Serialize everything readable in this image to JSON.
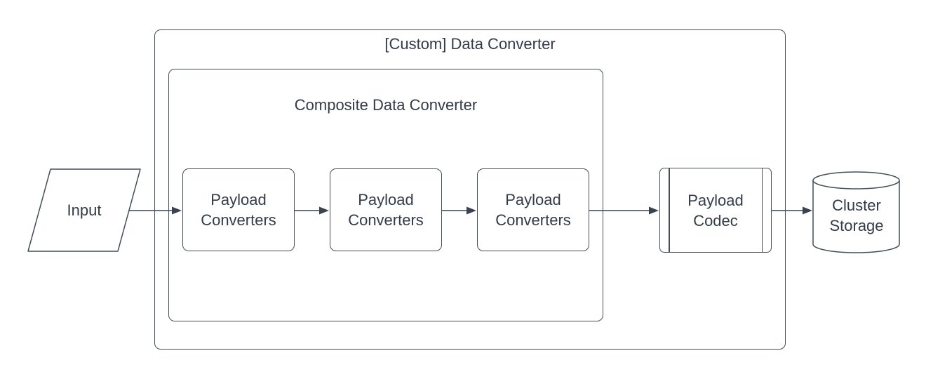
{
  "colors": {
    "background": "#ffffff",
    "shape_stroke": "#454d5b",
    "arrow": "#3a4250",
    "text": "#333a48"
  },
  "diagram": {
    "title": "[Custom] Data Converter",
    "composite": {
      "title": "Composite Data Converter"
    },
    "nodes": {
      "input": {
        "label": "Input",
        "shape": "parallelogram"
      },
      "payload_converter_1": {
        "label": "Payload\nConverters",
        "shape": "rounded-rectangle"
      },
      "payload_converter_2": {
        "label": "Payload\nConverters",
        "shape": "rounded-rectangle"
      },
      "payload_converter_3": {
        "label": "Payload\nConverters",
        "shape": "rounded-rectangle"
      },
      "payload_codec": {
        "label": "Payload\nCodec",
        "shape": "predefined-process"
      },
      "cluster_storage": {
        "label": "Cluster\nStorage",
        "shape": "cylinder"
      }
    },
    "edges": [
      {
        "from": "input",
        "to": "payload_converter_1"
      },
      {
        "from": "payload_converter_1",
        "to": "payload_converter_2"
      },
      {
        "from": "payload_converter_2",
        "to": "payload_converter_3"
      },
      {
        "from": "payload_converter_3",
        "to": "payload_codec"
      },
      {
        "from": "payload_codec",
        "to": "cluster_storage"
      }
    ]
  }
}
